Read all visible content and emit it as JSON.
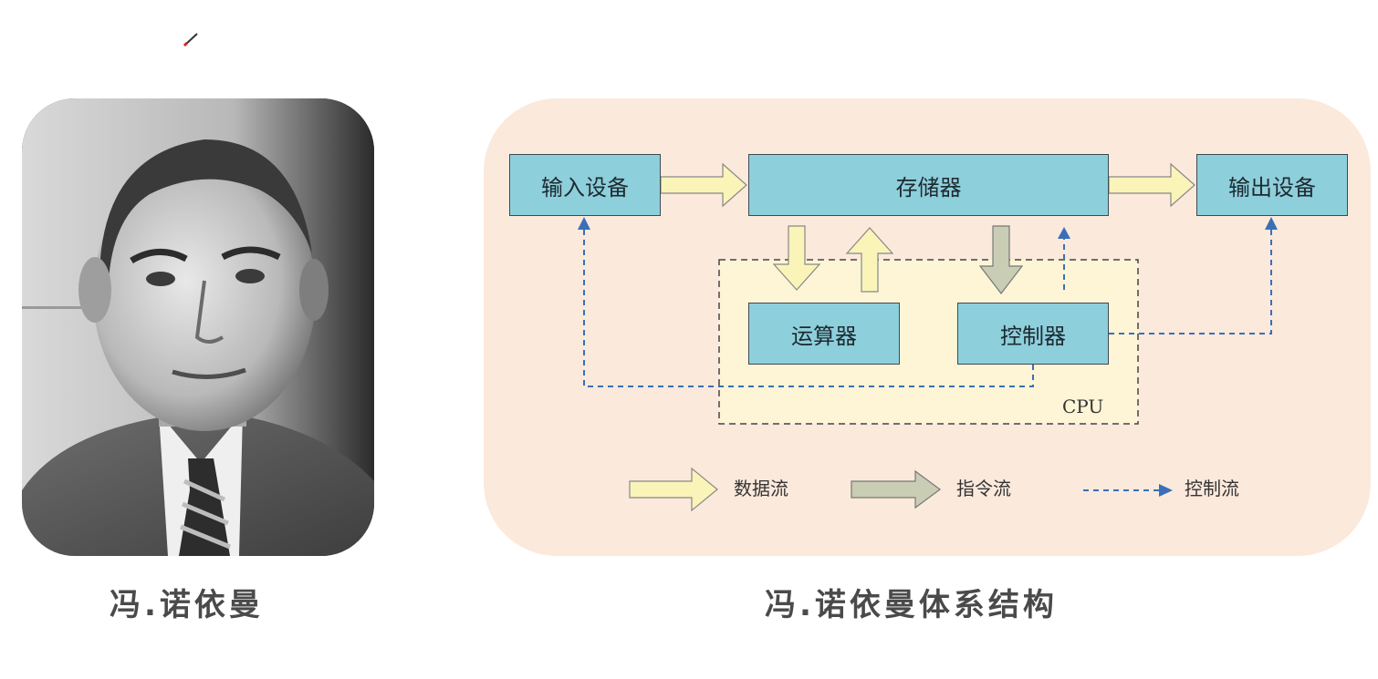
{
  "portrait_caption": "冯.诺依曼",
  "diagram_caption": "冯.诺依曼体系结构",
  "diagram": {
    "nodes": {
      "input": "输入设备",
      "memory": "存储器",
      "output": "输出设备",
      "alu": "运算器",
      "control": "控制器"
    },
    "cpu_label": "CPU",
    "legend": {
      "data_flow": "数据流",
      "instruction_flow": "指令流",
      "control_flow": "控制流"
    }
  },
  "colors": {
    "box_fill": "#8ecfdc",
    "panel_bg": "#fbe9dc",
    "cpu_region": "#fdf5d6",
    "data_arrow": "#fbf4b8",
    "instruction_arrow": "#c9cdb4",
    "control_arrow": "#3a6fb8",
    "caption_text": "#4a4a4a"
  },
  "icons": {
    "pencil": "pencil-icon"
  }
}
